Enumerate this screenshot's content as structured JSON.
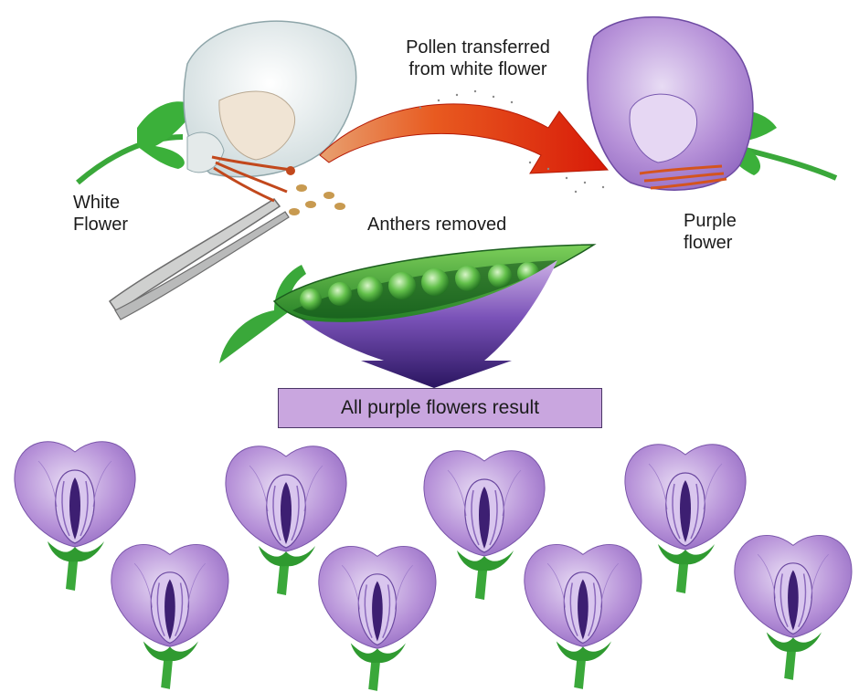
{
  "labels": {
    "pollen_line1": "Pollen transferred",
    "pollen_line2": "from white flower",
    "white_line1": "White",
    "white_line2": "Flower",
    "purple_line1": "Purple",
    "purple_line2": "flower",
    "anthers": "Anthers removed",
    "result": "All purple flowers result"
  },
  "colors": {
    "white_petal": "#eef1f1",
    "purple_petal": "#b590d9",
    "purple_dark": "#5a2f8a",
    "stem_green": "#3aa83a",
    "arrow_red": "#e02a10",
    "pod_green": "#3fa63a",
    "funnel_purple": "#3b1f78",
    "box_fill": "#c9a6df"
  },
  "icons": {
    "white_flower": "white-flower-icon",
    "purple_flower": "purple-flower-icon",
    "forceps": "forceps-icon",
    "pea_pod": "pea-pod-icon",
    "transfer_arrow": "curved-arrow-icon",
    "down_arrow": "funnel-arrow-icon",
    "offspring": "purple-flower-icon"
  },
  "offspring_count": 8,
  "pea_count": 8
}
